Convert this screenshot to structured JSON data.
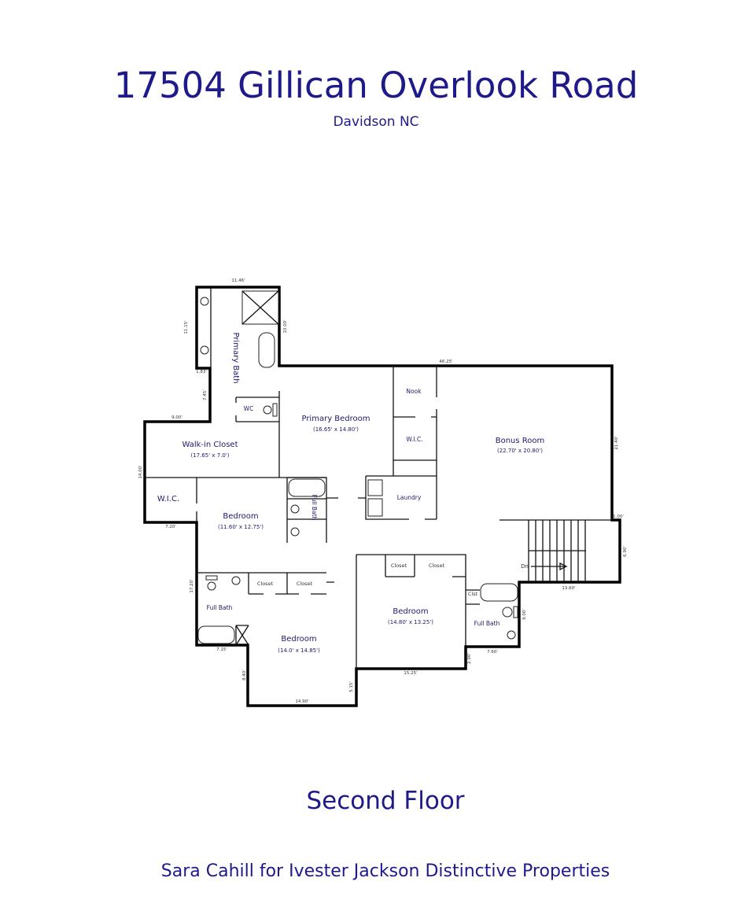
{
  "header": {
    "title": "17504 Gillican Overlook Road",
    "subtitle": "Davidson NC"
  },
  "footer": {
    "floor": "Second Floor",
    "credit": "Sara Cahill for Ivester Jackson Distinctive Properties"
  },
  "rooms": {
    "primary_bath": {
      "name": "Primary Bath"
    },
    "wc": {
      "name": "WC"
    },
    "primary_bedroom": {
      "name": "Primary Bedroom",
      "dims": "(16.65' x 14.80')"
    },
    "walk_in_closet": {
      "name": "Walk-in Closet",
      "dims": "(17.65' x 7.0')"
    },
    "wic_left": {
      "name": "W.I.C."
    },
    "bedroom_1": {
      "name": "Bedroom",
      "dims": "(11.60' x 12.75')"
    },
    "full_bath_1": {
      "name": "Full Bath"
    },
    "nook": {
      "name": "Nook"
    },
    "wic_right": {
      "name": "W.I.C."
    },
    "laundry": {
      "name": "Laundry"
    },
    "bonus_room": {
      "name": "Bonus Room",
      "dims": "(22.70' x 20.80')"
    },
    "stairs": {
      "name": "Dn"
    },
    "full_bath_2": {
      "name": "Full Bath"
    },
    "closet_a": {
      "name": "Closet"
    },
    "closet_b": {
      "name": "Closet"
    },
    "bedroom_2": {
      "name": "Bedroom",
      "dims": "(14.0' x 14.85')"
    },
    "closet_c": {
      "name": "Closet"
    },
    "closet_d": {
      "name": "Closet"
    },
    "bedroom_3": {
      "name": "Bedroom",
      "dims": "(14.80' x 13.25')"
    },
    "clst": {
      "name": "Clst"
    },
    "full_bath_3": {
      "name": "Full Bath"
    }
  },
  "dimensions": {
    "d1": "11.46'",
    "d2": "11.15'",
    "d3": "10.00'",
    "d4": "1.83'",
    "d5": "7.45'",
    "d6": "9.00'",
    "d7": "14.00'",
    "d8": "7.20'",
    "d9": "46.25'",
    "d10": "21.40'",
    "d11": "1.00'",
    "d12": "6.90'",
    "d13": "13.60'",
    "d14": "17.20'",
    "d15": "7.15'",
    "d16": "8.40'",
    "d17": "14.90'",
    "d18": "5.15'",
    "d19": "15.25'",
    "d20": "2.90'",
    "d21": "7.60'",
    "d22": "9.00'"
  },
  "colors": {
    "text": "#1f1a8a",
    "walls": "#000000"
  }
}
